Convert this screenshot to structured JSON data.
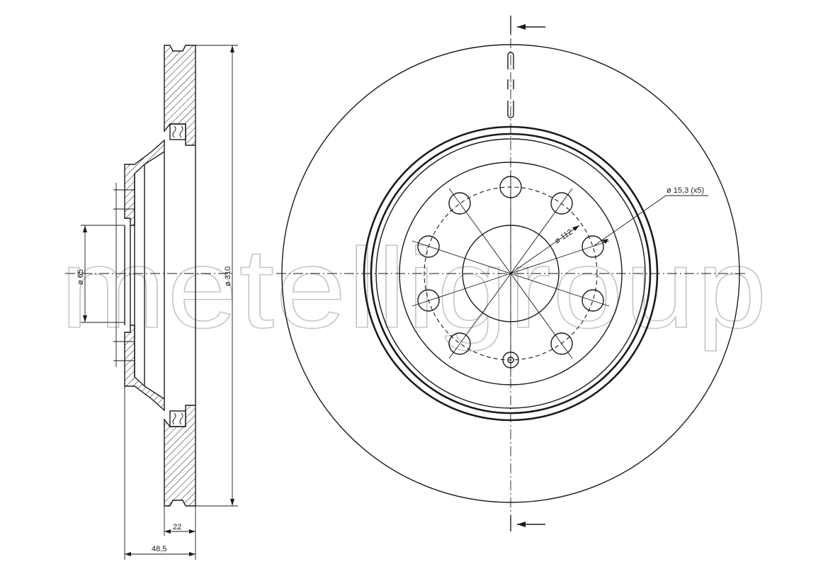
{
  "watermark": "metelligroup",
  "dimensions": {
    "outer_diameter": "ø 310",
    "center_bore": "ø 65",
    "thickness": "22",
    "height": "48,5",
    "bolt_circle": "ø 112",
    "bolt_holes": "ø 15,3 (x5)"
  },
  "colors": {
    "line": "#1a1a1a",
    "watermark": "#c8c8c8",
    "background": "#ffffff"
  }
}
